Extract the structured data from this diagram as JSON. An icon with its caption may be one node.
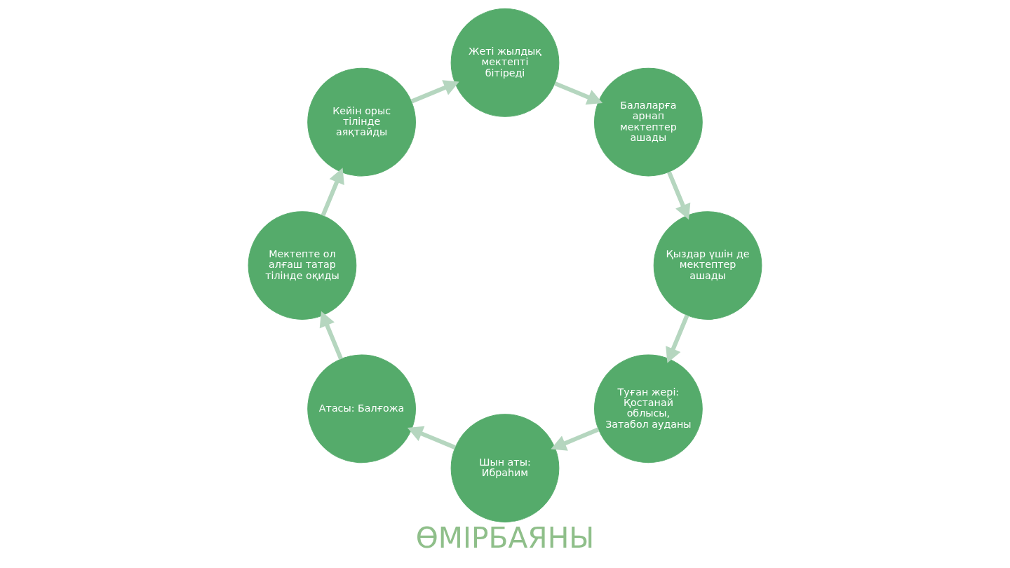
{
  "diagram": {
    "title": "ӨМІРБАЯНЫ",
    "nodes": [
      {
        "text": [
          "Туған жері: Қостанай облысы, Затабол ауданы"
        ]
      },
      {
        "text": [
          "Шын аты: Ибраһим"
        ]
      },
      {
        "text": [
          "Атасы: Балғожа"
        ]
      },
      {
        "text": [
          "Мектепте ол алғаш татар тілінде оқиды"
        ]
      },
      {
        "text": [
          "Кейін орыс тілінде аяқтайды"
        ]
      },
      {
        "text": [
          "Жеті жылдық мектепті бітіреді"
        ]
      },
      {
        "text": [
          "Балаларға арнап мектептер ашады"
        ]
      },
      {
        "text": [
          "Қыздар үшін де мектептер ашады"
        ]
      }
    ],
    "edges": [
      {
        "from": 0,
        "to": 1,
        "arrow": "to"
      },
      {
        "from": 1,
        "to": 2,
        "arrow": "to"
      },
      {
        "from": 2,
        "to": 3,
        "arrow": "to"
      },
      {
        "from": 3,
        "to": 4,
        "arrow": "to"
      },
      {
        "from": 4,
        "to": 5,
        "arrow": "to"
      },
      {
        "from": 5,
        "to": 6,
        "arrow": "to"
      },
      {
        "from": 6,
        "to": 7,
        "arrow": "to"
      },
      {
        "from": 7,
        "to": 0,
        "arrow": "to"
      }
    ]
  }
}
